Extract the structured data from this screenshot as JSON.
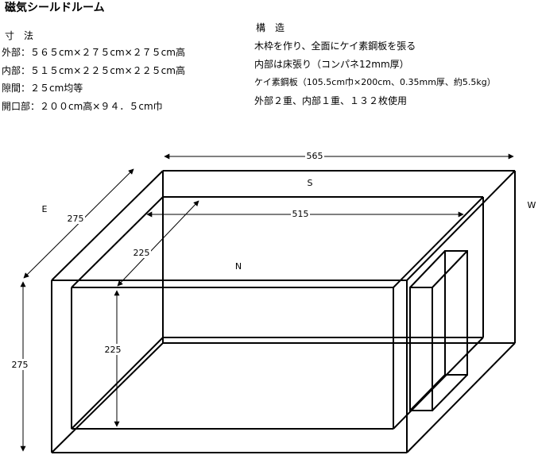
{
  "title": "磁気シールドルーム",
  "specs": {
    "heading": "寸　法",
    "outer": "外部：５６５cm×２７５cm×２７５cm高",
    "inner": "内部：５１５cm×２２５cm×２２５cm高",
    "gap": "隙間：２５cm均等",
    "opening": "開口部：２００cm高×９４．５cm巾"
  },
  "structure": {
    "heading": "構　造",
    "line1": "木枠を作り、全面にケイ素鋼板を張る",
    "line2": "内部は床張り（コンパネ12mm厚）",
    "line3": "ケイ素鋼板（105.5cm巾×200cm、0.35mm厚、約5.5kg）",
    "line4": "外部２重、内部１重、１３２枚使用"
  },
  "dimensions": {
    "outer_width": "565",
    "inner_width": "515",
    "outer_depth": "275",
    "inner_depth": "225",
    "outer_height": "275",
    "inner_height": "225"
  },
  "directions": {
    "east": "E",
    "south": "S",
    "north": "N",
    "west": "W"
  }
}
